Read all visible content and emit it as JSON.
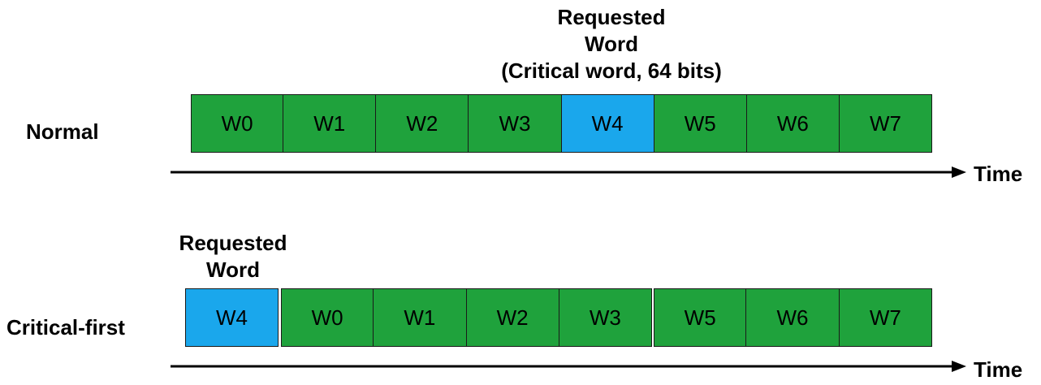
{
  "normal": {
    "label": "Normal",
    "annotation_lines": [
      "Requested",
      "Word",
      "(Critical word, 64 bits)"
    ],
    "words": [
      {
        "text": "W0",
        "critical": false
      },
      {
        "text": "W1",
        "critical": false
      },
      {
        "text": "W2",
        "critical": false
      },
      {
        "text": "W3",
        "critical": false
      },
      {
        "text": "W4",
        "critical": true
      },
      {
        "text": "W5",
        "critical": false
      },
      {
        "text": "W6",
        "critical": false
      },
      {
        "text": "W7",
        "critical": false
      }
    ],
    "axis_label": "Time"
  },
  "critical_first": {
    "label": "Critical-first",
    "annotation_lines": [
      "Requested",
      "Word"
    ],
    "first_word": {
      "text": "W4",
      "critical": true
    },
    "group_a": [
      {
        "text": "W0",
        "critical": false
      },
      {
        "text": "W1",
        "critical": false
      },
      {
        "text": "W2",
        "critical": false
      },
      {
        "text": "W3",
        "critical": false
      }
    ],
    "group_b": [
      {
        "text": "W5",
        "critical": false
      },
      {
        "text": "W6",
        "critical": false
      },
      {
        "text": "W7",
        "critical": false
      }
    ],
    "axis_label": "Time"
  },
  "colors": {
    "normal_word": "#1fa23c",
    "critical_word": "#1aa7ec",
    "axis": "#000000"
  }
}
